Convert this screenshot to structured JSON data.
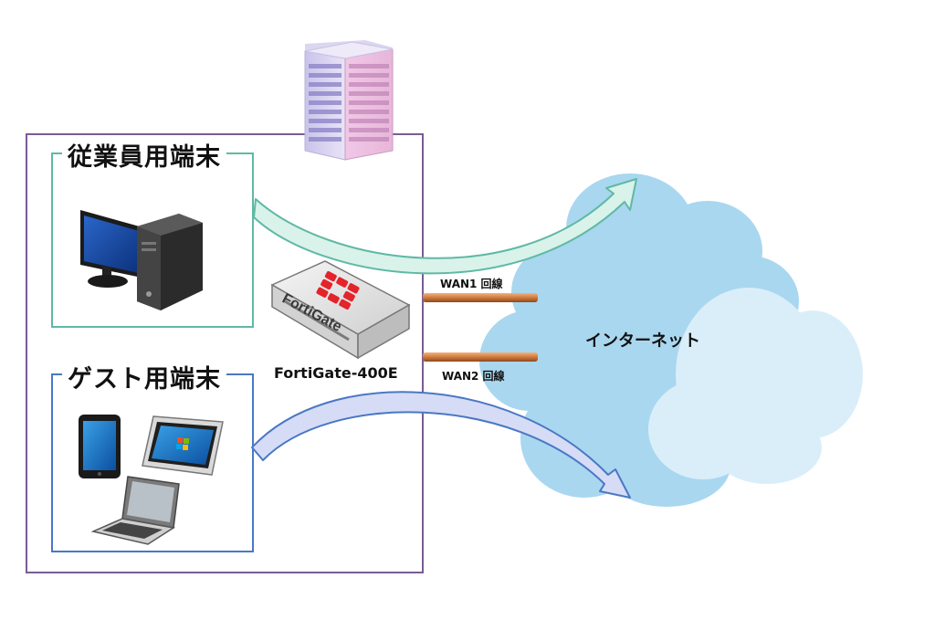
{
  "groups": {
    "employee": {
      "title": "従業員用端末"
    },
    "guest": {
      "title": "ゲスト用端末"
    }
  },
  "device": {
    "brand": "FortiGate",
    "name": "FortiGate-400E"
  },
  "links": {
    "wan1": "WAN1 回線",
    "wan2": "WAN2 回線"
  },
  "cloud": {
    "label": "インターネット"
  },
  "colors": {
    "site_border": "#7a5b96",
    "employee_border": "#5fb9a4",
    "guest_border": "#4a78c4",
    "employee_arrow": "#d9f2ea",
    "guest_arrow": "#d6dcf6",
    "wan_line": "#d98a4d",
    "cloud": "#a9d7ef"
  },
  "icons": [
    "office-building-icon",
    "desktop-pc-icon",
    "tablet-icon",
    "slate-tablet-icon",
    "laptop-icon",
    "fortigate-appliance-icon",
    "cloud-icon"
  ]
}
